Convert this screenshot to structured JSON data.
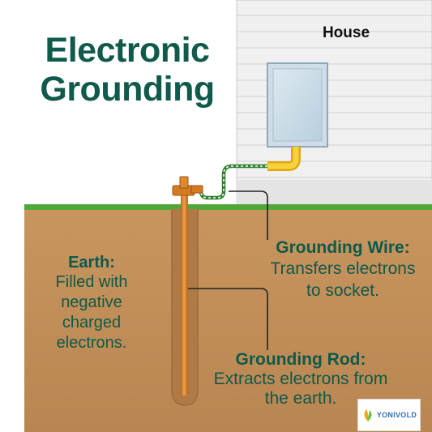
{
  "title": {
    "line1": "Electronic",
    "line2": "Grounding"
  },
  "house": {
    "label": "House"
  },
  "earth": {
    "heading": "Earth:",
    "lines": [
      "Filled with",
      "negative",
      "charged",
      "electrons."
    ]
  },
  "grounding_wire": {
    "heading": "Grounding Wire:",
    "lines": [
      "Transfers electrons",
      "to socket."
    ]
  },
  "grounding_rod": {
    "heading": "Grounding Rod:",
    "lines": [
      "Extracts electrons from",
      "the earth."
    ]
  },
  "logo": {
    "text": "YONIVOLD",
    "icon": "leaf-logo-icon"
  },
  "colors": {
    "title": "#0f5a4b",
    "label_text": "#0d5a4c",
    "soil": "#c79562",
    "grass": "#4fa63a",
    "rod": "#d9832a",
    "conduit": "#f2c21a",
    "wire": "#3a8f3a",
    "house_siding": "#ececec"
  }
}
